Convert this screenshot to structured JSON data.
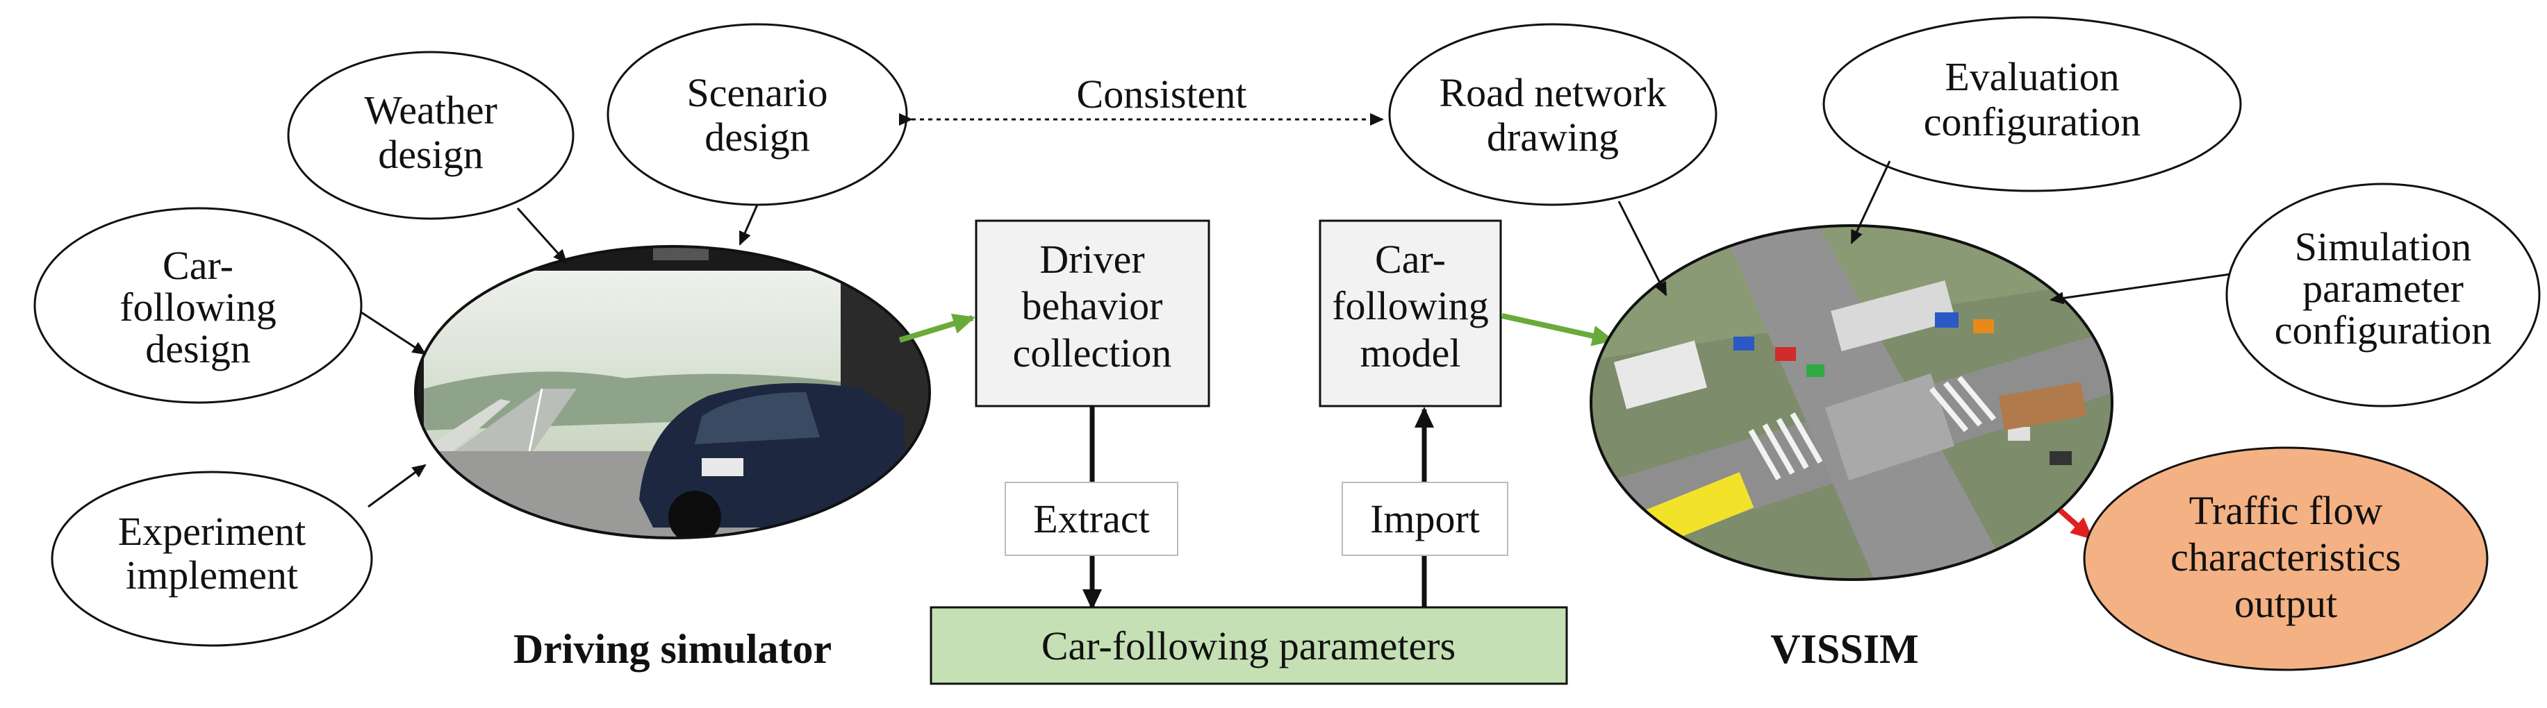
{
  "left_inputs": {
    "weather": [
      "Weather",
      "design"
    ],
    "scenario": [
      "Scenario",
      "design"
    ],
    "car_following_design": [
      "Car-",
      "following",
      "design"
    ],
    "experiment": [
      "Experiment",
      "implement"
    ]
  },
  "right_inputs": {
    "road_network": [
      "Road network",
      "drawing"
    ],
    "evaluation": [
      "Evaluation",
      "configuration"
    ],
    "simulation_param": [
      "Simulation",
      "parameter",
      "configuration"
    ]
  },
  "consistent_label": "Consistent",
  "center": {
    "driver_behavior": [
      "Driver",
      "behavior",
      "collection"
    ],
    "car_following_model": [
      "Car-",
      "following",
      "model"
    ],
    "extract_label": "Extract",
    "import_label": "Import",
    "parameters_label": "Car-following parameters"
  },
  "captions": {
    "driving_simulator": "Driving simulator",
    "vissim": "VISSIM"
  },
  "output": [
    "Traffic flow",
    "characteristics",
    "output"
  ],
  "colors": {
    "green_arrow": "#6aaa3a",
    "red_arrow": "#e02020",
    "output_fill": "#f4b183",
    "params_fill": "#c5e0b4",
    "box_fill": "#f2f2f2"
  }
}
